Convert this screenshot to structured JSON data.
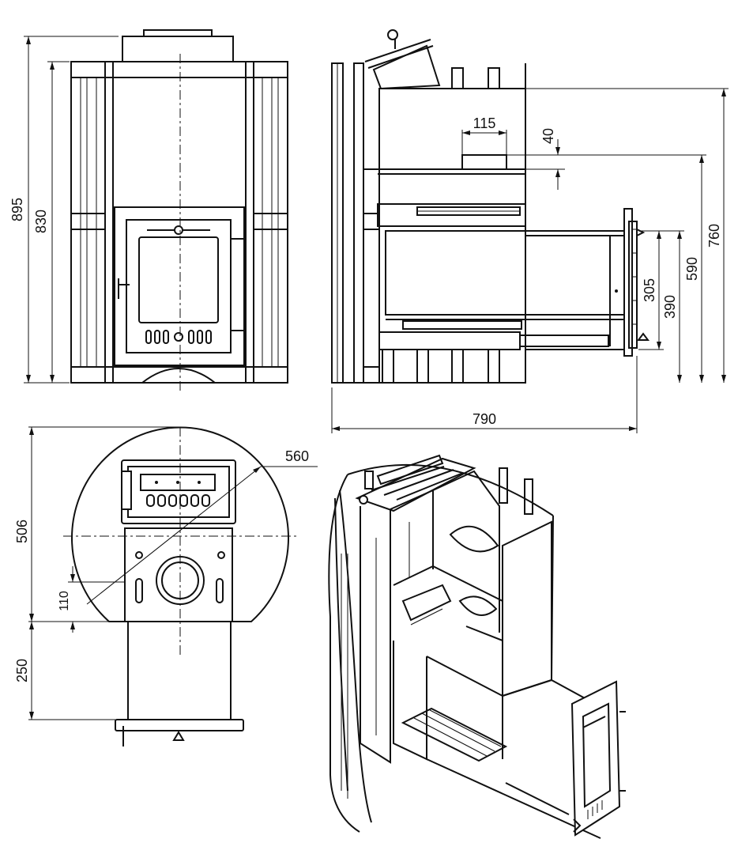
{
  "drawing": {
    "ink_color": "#111111",
    "paper_color": "#ffffff",
    "dimensions": {
      "front_height_total": "895",
      "front_height_body": "830",
      "side_top_offset": "40",
      "side_top_width": "115",
      "side_height_760": "760",
      "side_height_590": "590",
      "side_height_390": "390",
      "side_height_305": "305",
      "side_depth_total": "790",
      "plan_diameter": "560",
      "plan_depth": "506",
      "plan_offset": "110",
      "plan_tunnel": "250"
    }
  }
}
